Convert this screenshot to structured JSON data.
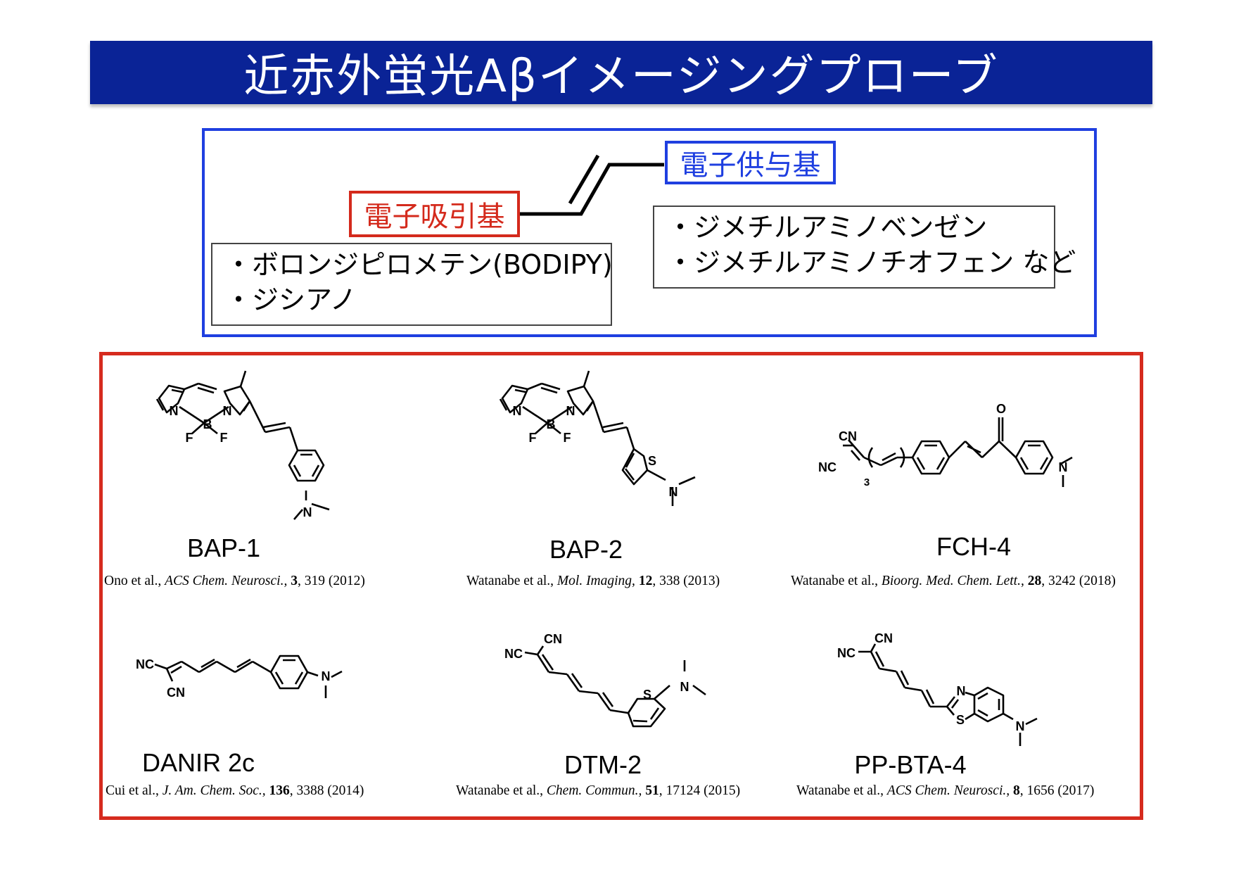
{
  "title": "近赤外蛍光Aβイメージングプローブ",
  "concept": {
    "acceptor_label": "電子吸引基",
    "donor_label": "電子供与基",
    "acceptor_items": [
      "・ボロンジピロメテン(BODIPY)",
      "・ジシアノ"
    ],
    "donor_items": [
      "・ジメチルアミノベンゼン",
      "・ジメチルアミノチオフェン など"
    ]
  },
  "probes": [
    {
      "name": "BAP-1",
      "ref": {
        "authors": "Ono et al., ",
        "journal": "ACS Chem. Neurosci.,",
        "volume": " 3",
        "rest": ", 319 (2012)"
      }
    },
    {
      "name": "BAP-2",
      "ref": {
        "authors": "Watanabe et al., ",
        "journal": "Mol. Imaging,",
        "volume": " 12",
        "rest": ", 338 (2013)"
      }
    },
    {
      "name": "FCH-4",
      "ref": {
        "authors": "Watanabe et al., ",
        "journal": "Bioorg. Med. Chem. Lett.,",
        "volume": " 28",
        "rest": ", 3242 (2018)"
      }
    },
    {
      "name": "DANIR 2c",
      "ref": {
        "authors": "Cui et al., ",
        "journal": "J. Am. Chem. Soc.,",
        "volume": " 136",
        "rest": ", 3388 (2014)"
      }
    },
    {
      "name": "DTM-2",
      "ref": {
        "authors": "Watanabe et al., ",
        "journal": "Chem. Commun.,",
        "volume": " 51",
        "rest": ", 17124 (2015)"
      }
    },
    {
      "name": "PP-BTA-4",
      "ref": {
        "authors": "Watanabe et al., ",
        "journal": "ACS Chem. Neurosci.,",
        "volume": " 8",
        "rest": ", 1656 (2017)"
      }
    }
  ],
  "atoms": {
    "N": "N",
    "B": "B",
    "F": "F",
    "S": "S",
    "O": "O",
    "CN": "CN",
    "NC": "NC",
    "n": "3"
  }
}
